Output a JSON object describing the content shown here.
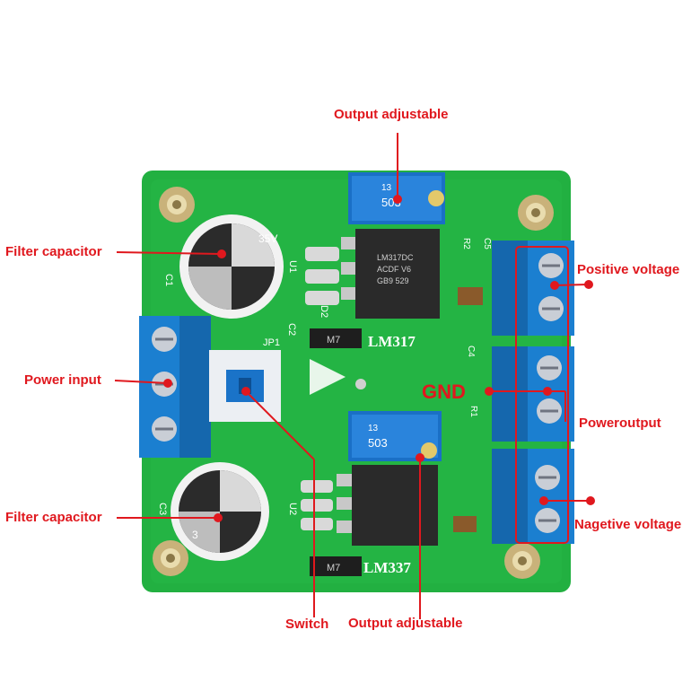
{
  "labels": {
    "output_adjustable_top": "Output adjustable",
    "output_adjustable_bottom": "Output adjustable",
    "filter_capacitor_top": "Filter capacitor",
    "filter_capacitor_bottom": "Filter capacitor",
    "power_input": "Power input",
    "switch": "Switch",
    "positive_voltage": "Positive voltage",
    "gnd": "GND",
    "poweroutput": "Poweroutput",
    "negative_voltage": "Nagetive voltage"
  },
  "silkscreen": {
    "lm317": "LM317",
    "lm337": "LM337",
    "m7_top": "M7",
    "m7_bottom": "M7",
    "jp1": "JP1",
    "c1": "C1",
    "c3": "C3",
    "u1": "U1",
    "u2": "U2",
    "d2": "D2",
    "c2": "C2",
    "c4": "C4",
    "r2": "R2",
    "c5": "C5",
    "r1": "R1",
    "pot_top_value": "503",
    "pot_bottom_value": "503",
    "pot_top_num": "13",
    "pot_bottom_num": "13",
    "ic_top_line1": "LM317DC",
    "ic_top_line2": "ACDF V6",
    "ic_top_line3": "GB9 529",
    "cap_top_value": "35V",
    "cap_bottom_value": "3"
  },
  "colors": {
    "pcb_green": "#1fae3c",
    "pcb_dark": "#168a2e",
    "terminal_blue": "#1b7fd0",
    "annotation_red": "#e0181e"
  }
}
